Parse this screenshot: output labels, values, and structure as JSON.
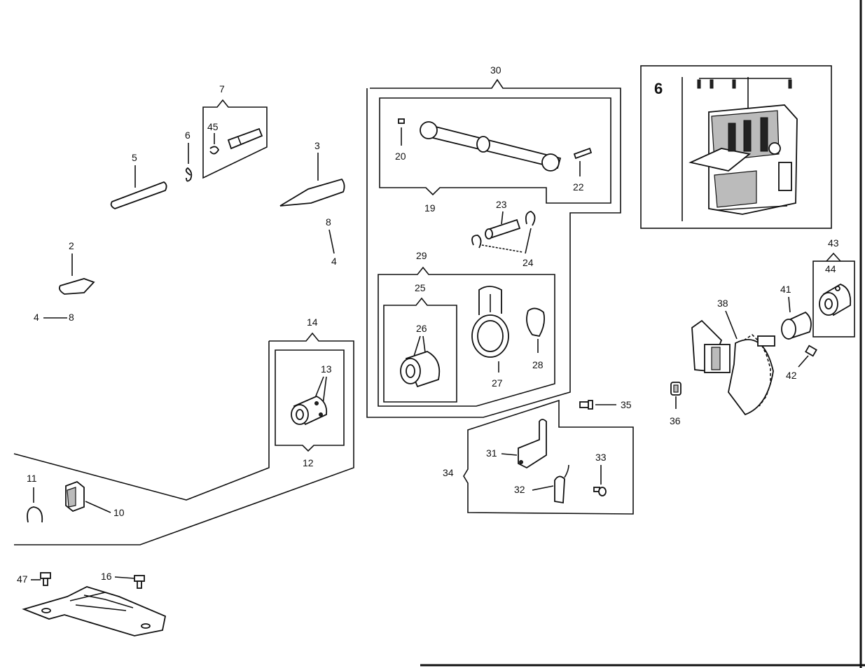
{
  "callouts": {
    "n2": "2",
    "n3": "3",
    "n4": "4",
    "n4b": "4",
    "n5": "5",
    "n6": "6",
    "n7": "7",
    "n8": "8",
    "n8b": "8",
    "n10": "10",
    "n11": "11",
    "n12": "12",
    "n13": "13",
    "n14": "14",
    "n16": "16",
    "n19": "19",
    "n20": "20",
    "n22": "22",
    "n23": "23",
    "n24": "24",
    "n25": "25",
    "n26": "26",
    "n27": "27",
    "n28": "28",
    "n29": "29",
    "n30": "30",
    "n31": "31",
    "n32": "32",
    "n33": "33",
    "n34": "34",
    "n35": "35",
    "n36": "36",
    "n38": "38",
    "n41": "41",
    "n42": "42",
    "n43": "43",
    "n44": "44",
    "n45": "45",
    "n47": "47",
    "n6big": "6"
  }
}
